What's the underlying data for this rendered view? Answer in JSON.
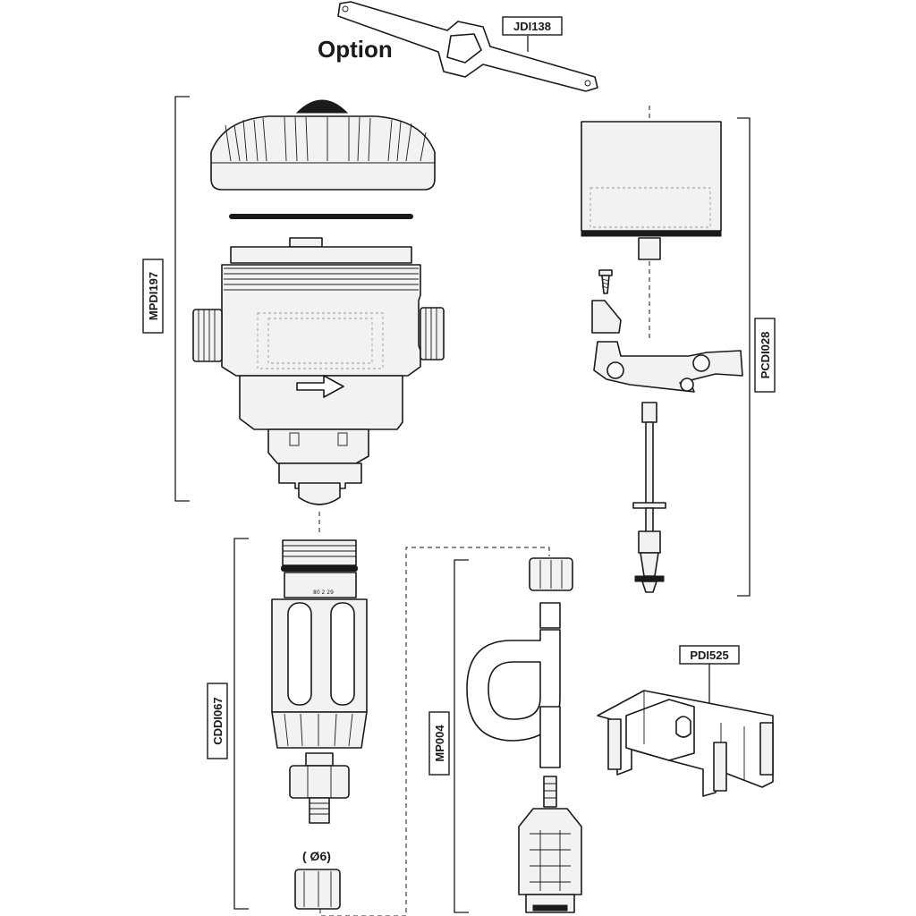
{
  "option_heading": "Option",
  "labels": {
    "wrench": "JDI138",
    "pump_body": "MPDI197",
    "piston_kit": "PCDI028",
    "injection_unit": "CDDI067",
    "suction_hose": "MP004",
    "bracket": "PDI525"
  },
  "tube_diameter": "( Ø6)",
  "colors": {
    "ink": "#1a1a1a",
    "part_fill": "#f2f2f2",
    "hidden_line": "#9a9a9a"
  }
}
